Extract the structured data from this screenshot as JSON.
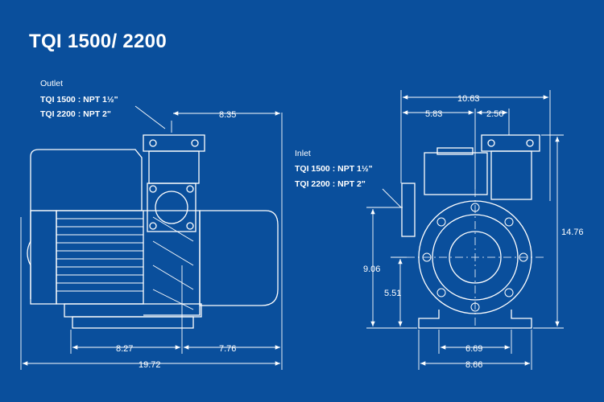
{
  "title": "TQI 1500/ 2200",
  "outlet": {
    "heading": "Outlet",
    "tqi1500": "TQI 1500 : NPT 1½\"",
    "tqi2200": "TQI 2200 : NPT  2\""
  },
  "inlet": {
    "heading": "Inlet",
    "tqi1500": "TQI 1500 : NPT 1½\"",
    "tqi2200": "TQI 2200 : NPT  2\""
  },
  "dimensions": {
    "side_top": "8.35",
    "side_bottom_left": "8.27",
    "side_bottom_right": "7.76",
    "side_total": "19.72",
    "front_top_total": "10.63",
    "front_top_left": "5.83",
    "front_top_right": "2.56",
    "front_height": "14.76",
    "front_center_height": "9.06",
    "front_center_height_small": "5.51",
    "front_base_inner": "6.69",
    "front_base_outer": "8.66"
  },
  "colors": {
    "background": "#0a4f9c",
    "line": "#ffffff"
  }
}
